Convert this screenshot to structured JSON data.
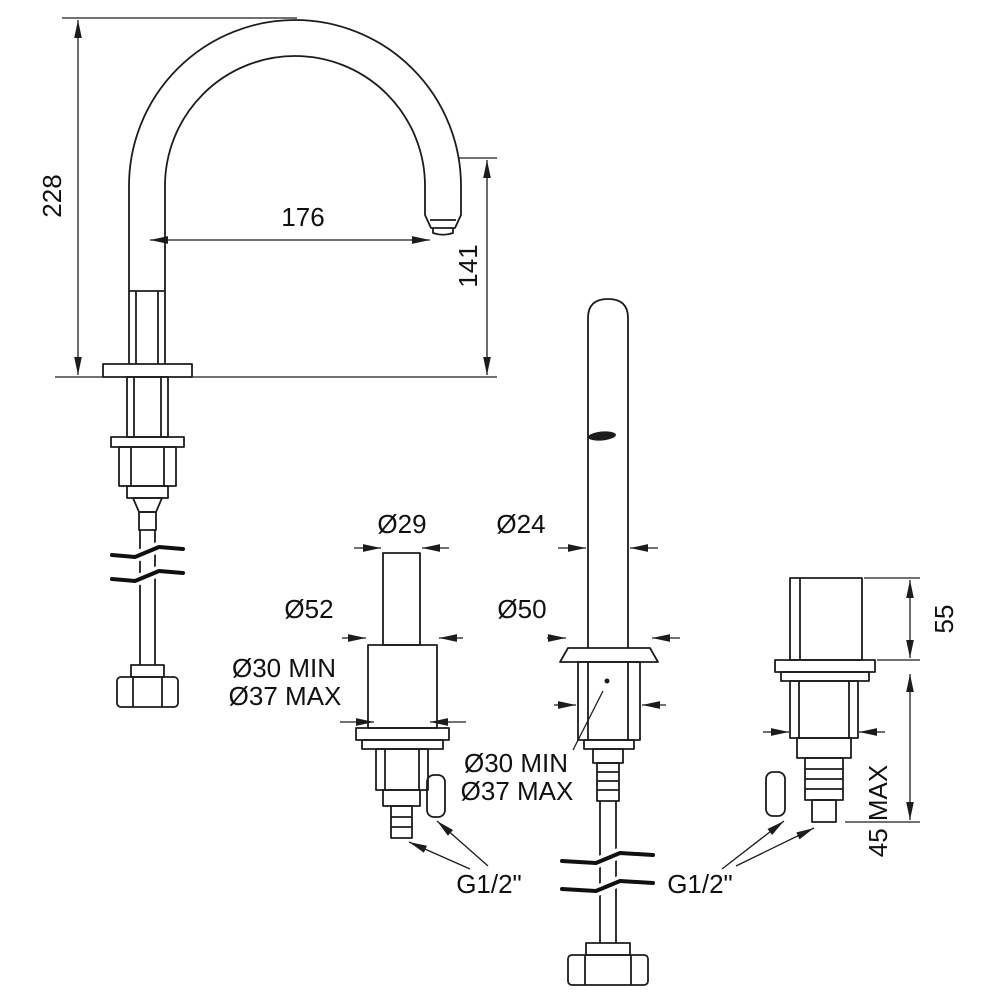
{
  "drawing": {
    "background": "#ffffff",
    "ink_color": "#1c1c1c",
    "dimensions": {
      "height_total": "228",
      "reach": "176",
      "outlet_height": "141",
      "valve_stem_dia": "Ø29",
      "column_dia": "Ø24",
      "valve_base_dia": "Ø52",
      "column_base_dia": "Ø50",
      "valve_hole_min": "Ø30 MIN",
      "valve_hole_max": "Ø37 MAX",
      "column_hole_min": "Ø30 MIN",
      "column_hole_max": "Ø37 MAX",
      "handle_height": "55",
      "deck_thickness_max": "45 MAX",
      "thread_left": "G1/2\"",
      "thread_right": "G1/2\""
    }
  }
}
